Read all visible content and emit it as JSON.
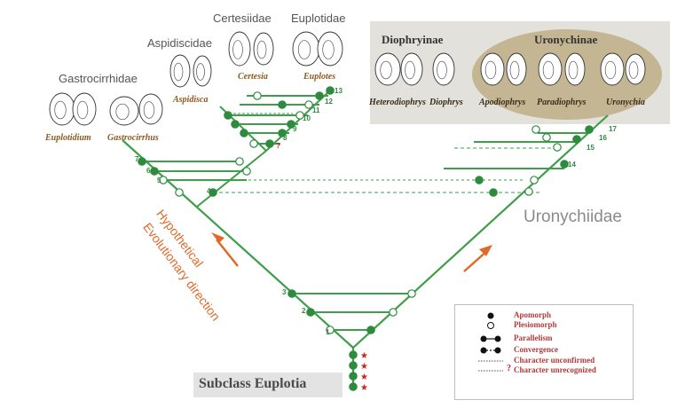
{
  "subclass_label": "Subclass  Euplotia",
  "families": {
    "gastrocirrhidae": "Gastrocirrhidae",
    "aspidiscidae": "Aspidiscidae",
    "certesiidae": "Certesiidae",
    "euplotidae": "Euplotidae",
    "uronychiidae": "Uronychiidae"
  },
  "subfamilies": {
    "diophryinae": "Diophryinae",
    "uronychinae": "Uronychinae"
  },
  "genera": {
    "euplotidium": "Euplotidium",
    "gastrocirrhus": "Gastrocirrhus",
    "aspidisca": "Aspidisca",
    "certesia": "Certesia",
    "euplotes": "Euplotes",
    "heterodiophrys": "Heterodiophrys",
    "diophrys": "Diophrys",
    "apodiophrys": "Apodiophrys",
    "paradiophrys": "Paradiophrys",
    "uronychia": "Uronychia"
  },
  "direction_label": [
    "Hypothetical",
    "Evolutionary direction"
  ],
  "character_numbers": [
    "1",
    "2",
    "3",
    "4",
    "5",
    "6",
    "7",
    "8",
    "9",
    "10",
    "11",
    "12",
    "13",
    "14",
    "15",
    "16",
    "17"
  ],
  "question_mark": "?",
  "legend": {
    "apomorph": "Apomorph",
    "plesiomorph": "Plesiomorph",
    "parallelism": "Parallelism",
    "convergence": "Convergence",
    "unconfirmed": "Character unconfirmed",
    "unrecognized": "Character unrecognized",
    "unrecognized_mark": "?"
  },
  "colors": {
    "tree_green": "#3e9e4a",
    "node_green": "#2e8b3e",
    "arrow_orange": "#e06a2a",
    "genus_brown": "#8b5a1f",
    "legend_red": "#b23a3a",
    "star_red": "#d02020"
  }
}
